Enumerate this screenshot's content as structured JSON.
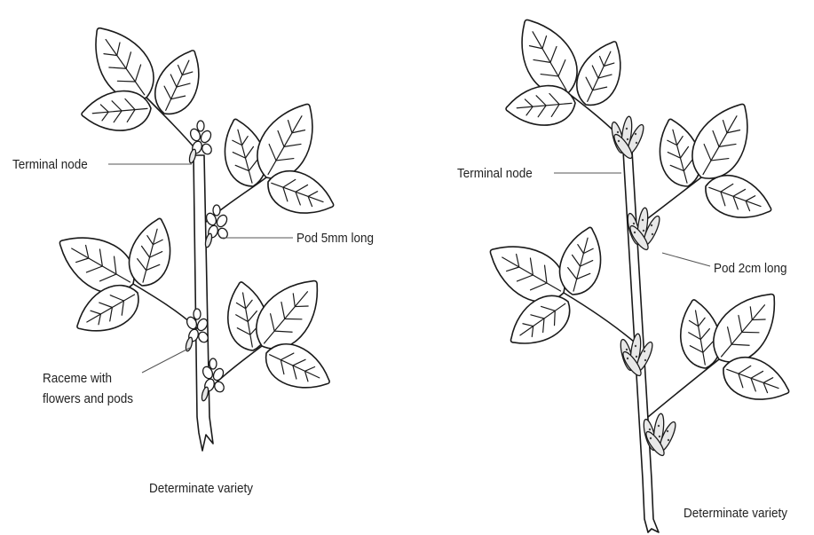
{
  "left_plant": {
    "terminal_node_label": "Terminal node",
    "pod_label": "Pod 5mm long",
    "raceme_label_line1": "Raceme with",
    "raceme_label_line2": "flowers and pods",
    "caption": "Determinate variety"
  },
  "right_plant": {
    "terminal_node_label": "Terminal node",
    "pod_label": "Pod 2cm long",
    "caption": "Determinate variety"
  }
}
